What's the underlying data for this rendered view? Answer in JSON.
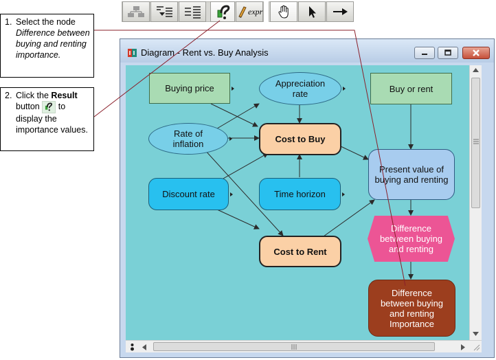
{
  "instructions": [
    {
      "number": "1.",
      "text": "Select the node",
      "italic_text": "Difference between buying and renting importance."
    },
    {
      "number": "2.",
      "text_before": "Click the",
      "bold_text": "Result",
      "text_middle": "button",
      "text_after": "to display the importance values."
    }
  ],
  "toolbar": {
    "buttons": [
      {
        "name": "outline-icon"
      },
      {
        "name": "indent-list-icon"
      },
      {
        "name": "outdent-list-icon"
      },
      {
        "name": "result-icon"
      },
      {
        "name": "expr-icon",
        "label": "expr"
      },
      {
        "name": "hand-icon"
      },
      {
        "name": "arrow-pointer-icon"
      },
      {
        "name": "arrow-connect-icon"
      }
    ]
  },
  "window": {
    "title": "Diagram - Rent vs. Buy Analysis"
  },
  "nodes": {
    "buying_price": "Buying price",
    "appreciation_rate": "Appreciation rate",
    "buy_or_rent": "Buy or rent",
    "rate_of_inflation": "Rate of inflation",
    "cost_to_buy": "Cost to Buy",
    "present_value": "Present value of buying and renting",
    "discount_rate": "Discount rate",
    "time_horizon": "Time horizon",
    "difference": "Difference between buying and renting",
    "cost_to_rent": "Cost to Rent",
    "difference_importance": "Difference between buying and renting Importance"
  },
  "colors": {
    "canvas": "#7ad0d6",
    "decision": "#a9dbb3",
    "chance": "#78cfe8",
    "index": "#28c0ef",
    "objective": "#fbd0a6",
    "general": "#a8ccef",
    "difference": "#ec5595",
    "importance": "#9c3e1e"
  }
}
